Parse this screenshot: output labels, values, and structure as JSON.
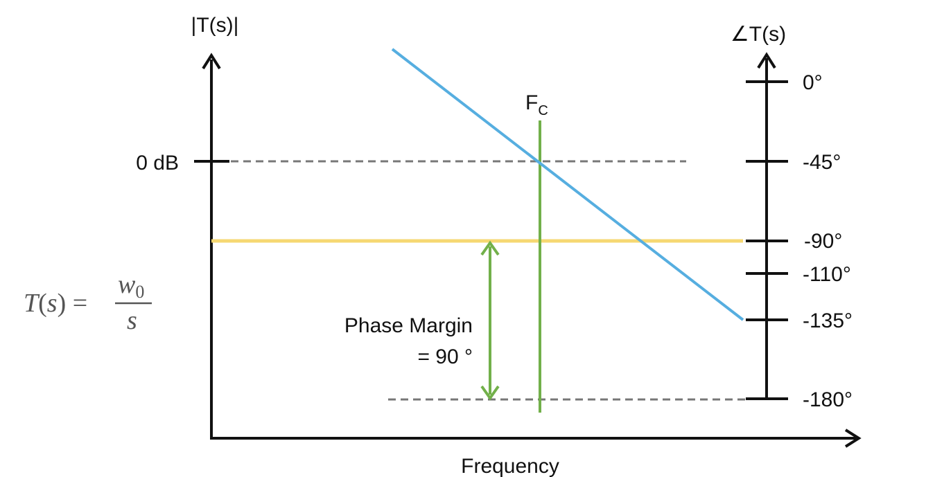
{
  "magnitude_axis_label": "|T(s)|",
  "phase_axis_label": "∠T(s)",
  "x_axis_label": "Frequency",
  "zero_db_label": "0 dB",
  "crossover_label": {
    "main": "F",
    "sub": "C"
  },
  "phase_ticks": [
    "0°",
    "-45°",
    "-90°",
    "-110°",
    "-135°",
    "-180°"
  ],
  "phase_margin_label": {
    "line1": "Phase Margin",
    "line2": "= 90 °"
  },
  "transfer_function": {
    "lhs": "T",
    "arg": "s",
    "numerator_symbol": "w",
    "numerator_subscript": "0",
    "denominator": "s"
  },
  "colors": {
    "magnitude_line": "#56aee0",
    "crossover_line": "#72b04a",
    "phase_line": "#f6d873",
    "phase_margin_arrow": "#72b04a",
    "reference_dashes": "#777777",
    "axes": "#111111"
  }
}
